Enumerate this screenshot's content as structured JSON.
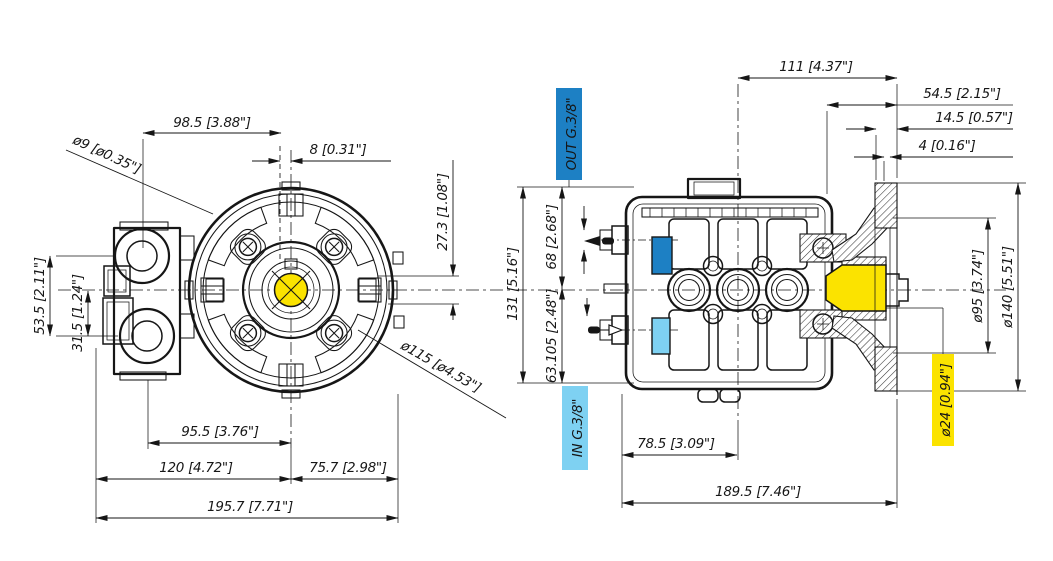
{
  "colors": {
    "line": "#161616",
    "out_port_highlight": "#1d80c4",
    "in_port_highlight": "#7ed1f2",
    "shaft_highlight": "#fbe300"
  },
  "front_view": {
    "dims": {
      "hole_dia": "ø9 [ø0.35\"]",
      "top_width": "98.5 [3.88\"]",
      "key_offset": "8 [0.31\"]",
      "shaft_height": "27.3 [1.08\"]",
      "port_spacing": "53.5 [2.11\"]",
      "port_offset": "31.5 [1.24\"]",
      "bolt_circle": "ø115 [ø4.53\"]",
      "center_width": "95.5 [3.76\"]",
      "left_width": "120 [4.72\"]",
      "right_width": "75.7 [2.98\"]",
      "total_width": "195.7 [7.71\"]"
    }
  },
  "side_view": {
    "ports": {
      "out": "OUT G.3/8\"",
      "in": "IN G.3/8\""
    },
    "dims": {
      "top_length": "111 [4.37\"]",
      "shaft_to_flange": "54.5 [2.15\"]",
      "flange_depth": "14.5 [0.57\"]",
      "flange_lip": "4 [0.16\"]",
      "total_height": "131 [5.16\"]",
      "center_to_top": "68 [2.68\"]",
      "center_to_bottom": "63.105 [2.48\"]",
      "left_to_center": "78.5 [3.09\"]",
      "total_length": "189.5 [7.46\"]",
      "pilot_dia": "ø95 [3.74\"]",
      "flange_dia": "ø140 [5.51\"]",
      "shaft_dia": "ø24 [0.94\"]"
    }
  }
}
